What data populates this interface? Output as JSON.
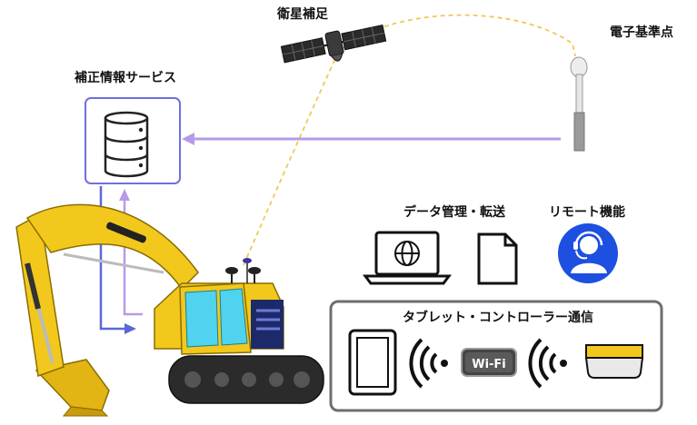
{
  "labels": {
    "satellite": "衛星補足",
    "base_station": "電子基準点",
    "correction_service": "補正情報サービス",
    "data_management": "データ管理・転送",
    "remote_function": "リモート機能",
    "tablet_controller": "タブレット・コントローラー通信",
    "wifi": "Wi-Fi"
  },
  "colors": {
    "service_border": "#6f6fe0",
    "arrow_purple": "#b79ae8",
    "arrow_blue": "#5b67d8",
    "dashed_path": "#f0c85a",
    "excavator_yellow": "#f2c81c",
    "cab_cyan": "#4fd3ee",
    "remote_blue": "#1d4fe0",
    "panel_border": "#6e6e6e"
  },
  "icons": [
    "satellite-icon",
    "base-station-icon",
    "database-icon",
    "laptop-globe-icon",
    "document-icon",
    "headset-operator-icon",
    "tablet-icon",
    "wifi-signal-icon",
    "wifi-badge-icon",
    "controller-icon",
    "excavator-icon"
  ]
}
